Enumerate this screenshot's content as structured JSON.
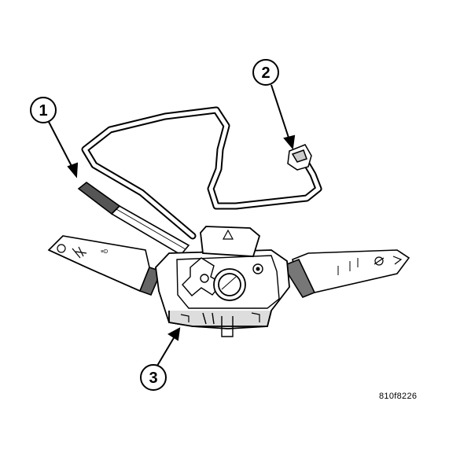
{
  "callouts": [
    {
      "number": "1",
      "target": "stalk-lever"
    },
    {
      "number": "2",
      "target": "wire-connector"
    },
    {
      "number": "3",
      "target": "switch-assembly-housing"
    }
  ],
  "figure_id": "810f8226",
  "colors": {
    "line": "#000000",
    "fill": "#ffffff",
    "shade": "#d9d9d9",
    "dark": "#555555"
  },
  "icons": [
    "hazard-triangle-icon",
    "headlamp-icon",
    "wiper-icon"
  ]
}
